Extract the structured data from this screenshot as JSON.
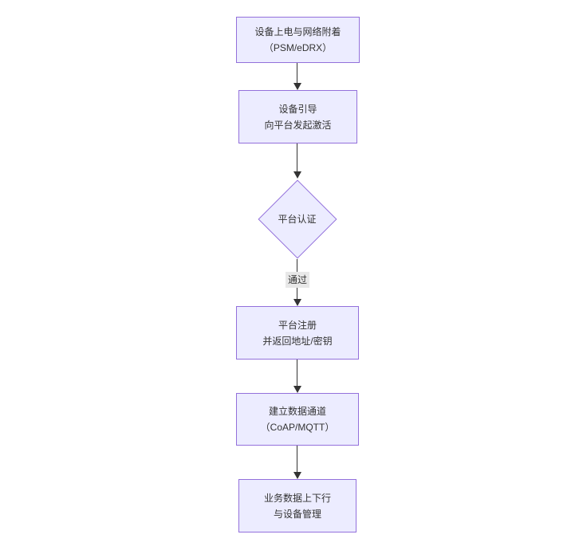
{
  "colors": {
    "background": "#ffffff",
    "node_fill": "#ECECFF",
    "node_border": "#9370DB",
    "text": "#333333",
    "arrow": "#333333",
    "edge_label_bg": "#e8e8e8"
  },
  "flowchart": {
    "nodes": [
      {
        "id": "power-attach",
        "shape": "rect",
        "lines": [
          "设备上电与网络附着",
          "（PSM/eDRX）"
        ]
      },
      {
        "id": "bootstrap-activate",
        "shape": "rect",
        "lines": [
          "设备引导",
          "向平台发起激活"
        ]
      },
      {
        "id": "platform-auth",
        "shape": "diamond",
        "lines": [
          "平台认证"
        ]
      },
      {
        "id": "platform-register",
        "shape": "rect",
        "lines": [
          "平台注册",
          "并返回地址/密钥"
        ]
      },
      {
        "id": "data-channel",
        "shape": "rect",
        "lines": [
          "建立数据通道",
          "（CoAP/MQTT）"
        ]
      },
      {
        "id": "business-data",
        "shape": "rect",
        "lines": [
          "业务数据上下行",
          "与设备管理"
        ]
      }
    ],
    "edge_labels": [
      {
        "between": "platform-auth -> platform-register",
        "text": "通过"
      }
    ]
  }
}
